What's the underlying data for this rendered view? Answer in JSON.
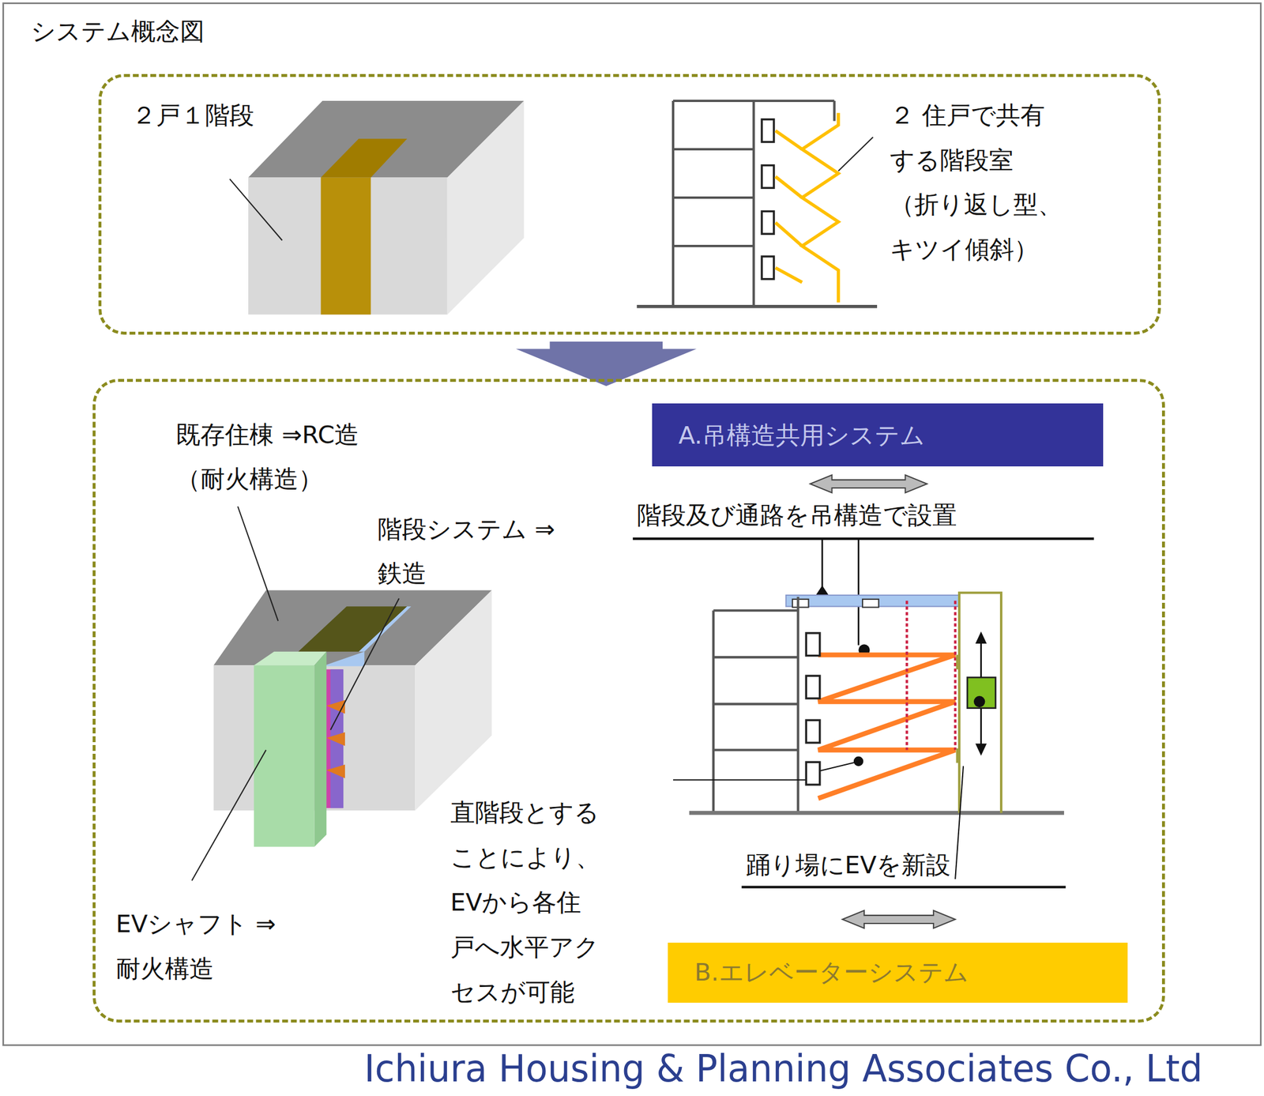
{
  "diagram": {
    "title": "システム概念図",
    "nodes": [
      {
        "text": [
          "２戸１階段",
          "２ 住戸で共有 する階段室 （折り返し型、 キツイ傾斜）"
        ]
      },
      {
        "text": [
          "既存住棟 ⇒RC造（耐火構造）",
          "階段システム ⇒鉄造",
          "EVシャフト ⇒耐火構造",
          "直階段とする ことにより、 EVから各住 戸へ水平アク セスが可能"
        ]
      },
      {
        "text": [
          "A.吊構造共用システム"
        ],
        "in": 1
      },
      {
        "text": [
          "B.エレベーターシステム"
        ],
        "in": 1
      }
    ],
    "edges": [
      {
        "from": 0,
        "to": 1,
        "arrow": "to"
      }
    ],
    "labels": [
      "階段及び通路を吊構造で設置",
      "踊り場にEVを新設",
      "Ichiura Housing & Planning Associates Co., Ltd"
    ]
  }
}
